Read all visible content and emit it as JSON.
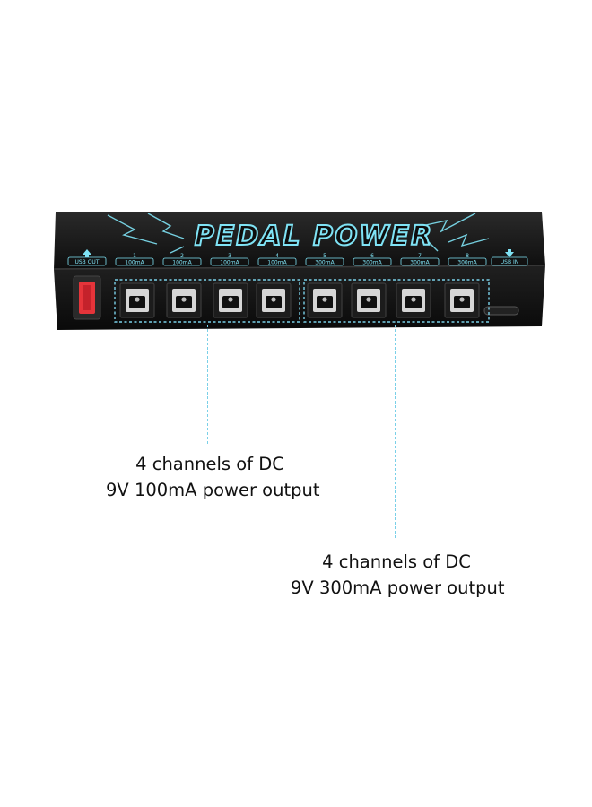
{
  "device": {
    "logo_text": "PEDAL POWER",
    "usb_out_label": "USB OUT",
    "usb_in_label": "USB IN",
    "channels": [
      {
        "number": "1",
        "current": "100mA"
      },
      {
        "number": "2",
        "current": "100mA"
      },
      {
        "number": "3",
        "current": "100mA"
      },
      {
        "number": "4",
        "current": "100mA"
      },
      {
        "number": "5",
        "current": "300mA"
      },
      {
        "number": "6",
        "current": "300mA"
      },
      {
        "number": "7",
        "current": "300mA"
      },
      {
        "number": "8",
        "current": "300mA"
      }
    ],
    "colors": {
      "body": "#141414",
      "accent": "#7fe3f5",
      "usb_port": "#e5343a",
      "callout": "#7ad0e8"
    }
  },
  "callouts": [
    {
      "line1": "4 channels of DC",
      "line2": "9V 100mA power output"
    },
    {
      "line1": "4 channels of DC",
      "line2": "9V 300mA power output"
    }
  ]
}
